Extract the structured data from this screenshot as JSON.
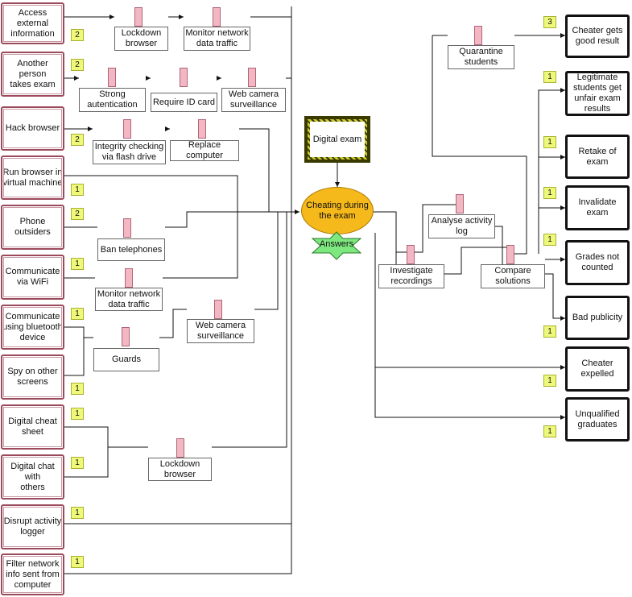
{
  "goal": {
    "label": "Digital exam"
  },
  "central": {
    "label": "Cheating during\nthe exam"
  },
  "answers": {
    "label": "Answers"
  },
  "threats": [
    {
      "label": "Access external\ninformation",
      "badge": "2"
    },
    {
      "label": "Another person\ntakes exam",
      "badge": "2"
    },
    {
      "label": "Hack browser",
      "badge": "2"
    },
    {
      "label": "Run browser in\nvirtual machine",
      "badge": "1"
    },
    {
      "label": "Phone outsiders",
      "badge": "2"
    },
    {
      "label": "Communicate\nvia WiFi",
      "badge": "1"
    },
    {
      "label": "Communicate\nusing bluetooth\ndevice",
      "badge": "1"
    },
    {
      "label": "Spy on other\nscreens",
      "badge": "1"
    },
    {
      "label": "Digital cheat\nsheet",
      "badge": "1"
    },
    {
      "label": "Digital chat with\nothers",
      "badge": "1"
    },
    {
      "label": "Disrupt activity\nlogger",
      "badge": "1"
    },
    {
      "label": "Filter network\ninfo sent from\ncomputer",
      "badge": "1"
    }
  ],
  "countermeasures": [
    {
      "label": "Lockdown\nbrowser"
    },
    {
      "label": "Monitor network\ndata traffic"
    },
    {
      "label": "Strong\nautentication"
    },
    {
      "label": "Require ID card"
    },
    {
      "label": "Web camera\nsurveillance"
    },
    {
      "label": "Integrity checking\nvia flash drive"
    },
    {
      "label": "Replace\ncomputer"
    },
    {
      "label": "Ban telephones"
    },
    {
      "label": "Monitor network\ndata traffic"
    },
    {
      "label": "Guards"
    },
    {
      "label": "Web camera\nsurveillance"
    },
    {
      "label": "Lockdown\nbrowser"
    },
    {
      "label": "Quarantine\nstudents"
    },
    {
      "label": "Analyse activity\nlog"
    },
    {
      "label": "Investigate\nrecordings"
    },
    {
      "label": "Compare\nsolutions"
    }
  ],
  "outcomes": [
    {
      "label": "Cheater gets\ngood result",
      "badge": "3"
    },
    {
      "label": "Legitimate\nstudents get\nunfair exam\nresults",
      "badge": "1"
    },
    {
      "label": "Retake of\nexam",
      "badge": "1"
    },
    {
      "label": "Invalidate\nexam",
      "badge": "1"
    },
    {
      "label": "Grades not\ncounted",
      "badge": "1"
    },
    {
      "label": "Bad publicity",
      "badge": "1"
    },
    {
      "label": "Cheater\nexpelled",
      "badge": "1"
    },
    {
      "label": "Unqualified\ngraduates",
      "badge": "1"
    }
  ]
}
